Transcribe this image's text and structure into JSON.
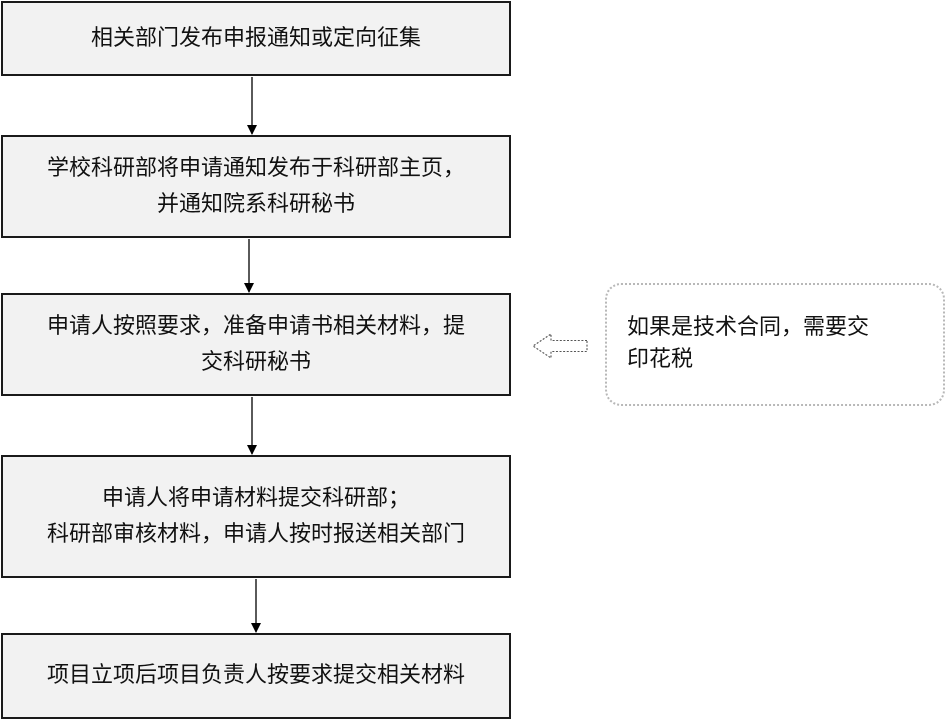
{
  "steps": [
    {
      "lines": [
        "相关部门发布申报通知或定向征集"
      ]
    },
    {
      "lines": [
        "学校科研部将申请通知发布于科研部主页，",
        "并通知院系科研秘书"
      ]
    },
    {
      "lines": [
        "申请人按照要求，准备申请书相关材料，提",
        "交科研秘书"
      ]
    },
    {
      "lines": [
        "申请人将申请材料提交科研部；",
        "科研部审核材料，申请人按时报送相关部门"
      ]
    },
    {
      "lines": [
        "项目立项后项目负责人按要求提交相关材料"
      ]
    }
  ],
  "note": {
    "lines": [
      "如果是技术合同，需要交",
      "印花税"
    ]
  },
  "colors": {
    "box_fill": "#f2f2f2",
    "box_border": "#1a1a1a",
    "note_border": "#b8b8b8",
    "arrow": "#000000"
  }
}
